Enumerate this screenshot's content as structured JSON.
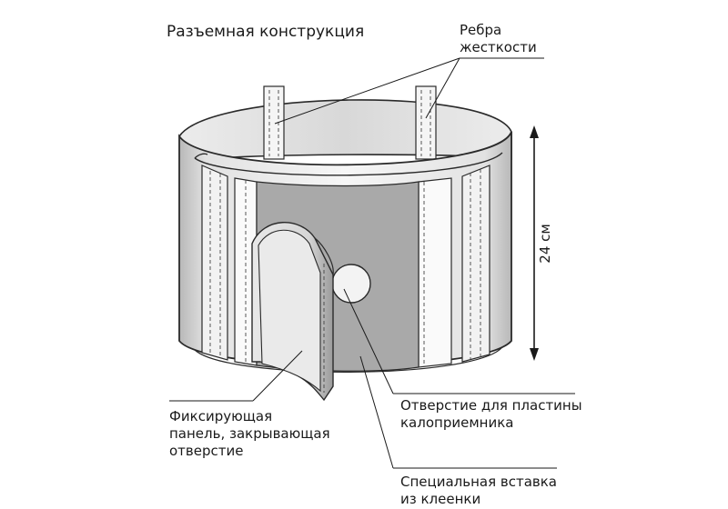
{
  "title": "Разъемная конструкция",
  "labels": {
    "ribs_line1": "Ребра",
    "ribs_line2": "жесткости",
    "height": "24 см",
    "hole_line1": "Отверстие для пластины",
    "hole_line2": "калоприемника",
    "panel_line1": "Фиксирующая",
    "panel_line2": "панель, закрывающая",
    "panel_line3": "отверстие",
    "insert_line1": "Специальная вставка",
    "insert_line2": "из клеенки"
  },
  "colors": {
    "outline": "#2a2a2a",
    "band_light": "#f4f4f4",
    "band_shade": "#c9c9c9",
    "insert_gray": "#a9a9a9",
    "inner_gray": "#d4d4d4"
  }
}
